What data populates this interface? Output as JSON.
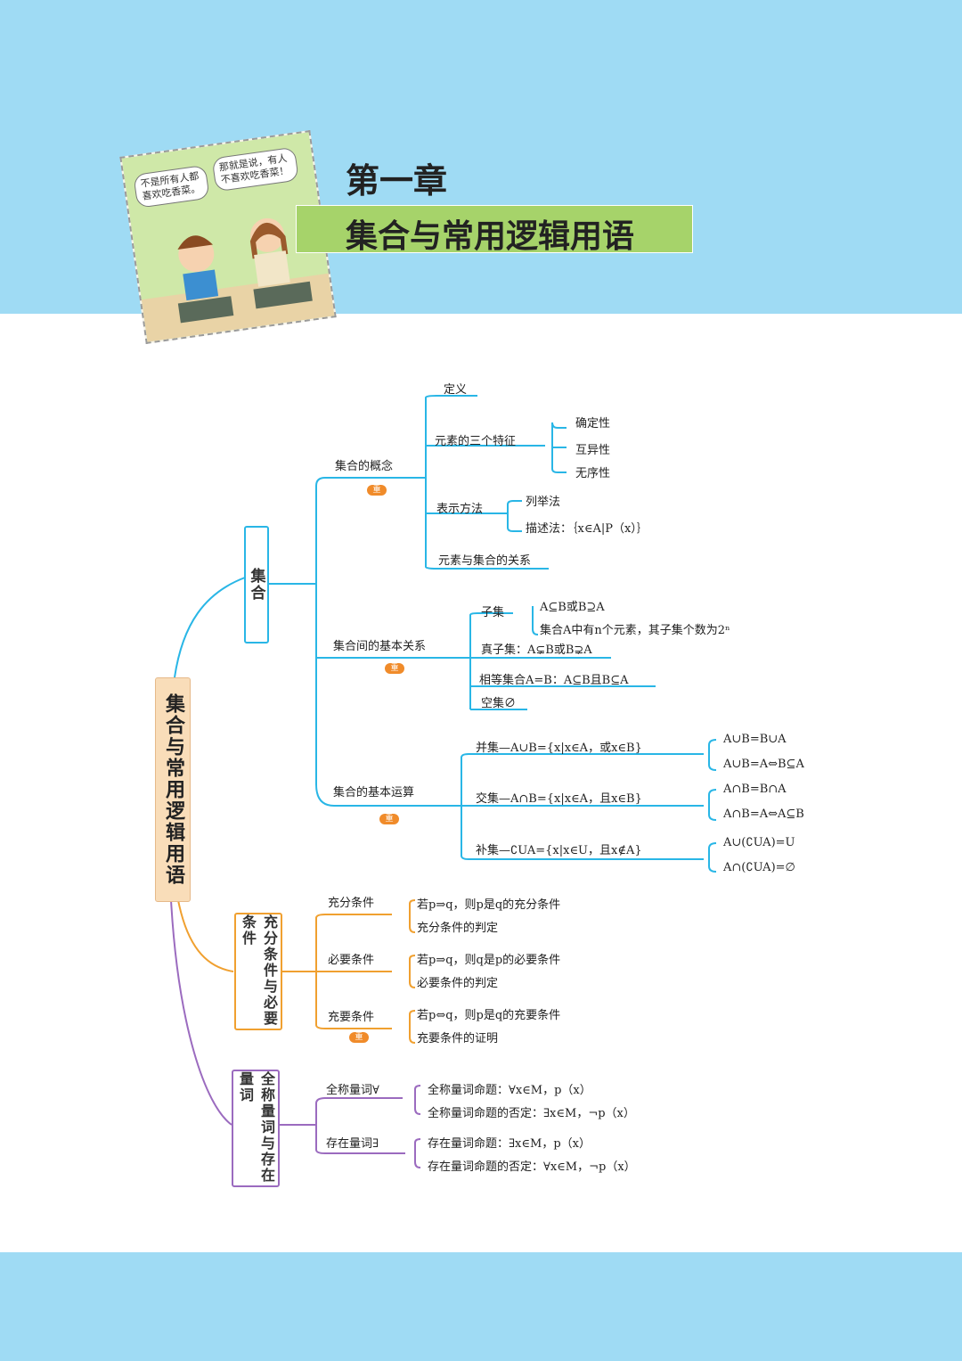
{
  "chapter": {
    "number": "第一章",
    "title": "集合与常用逻辑用语"
  },
  "comic": {
    "bubble_left": "不是所有人都喜欢吃香菜。",
    "bubble_right": "那就是说，有人不喜欢吃香菜！"
  },
  "badge_label": "重",
  "root": "集合与常用逻辑用语",
  "branches": {
    "sets": {
      "label": "集合",
      "concept": {
        "label": "集合的概念",
        "definition": "定义",
        "features": {
          "label": "元素的三个特征",
          "items": [
            "确定性",
            "互异性",
            "无序性"
          ]
        },
        "representation": {
          "label": "表示方法",
          "enum": "列举法",
          "desc": "描述法：｛x∈A|P（x）｝"
        },
        "relation": "元素与集合的关系"
      },
      "relations": {
        "label": "集合间的基本关系",
        "subset": {
          "label": "子集",
          "items": [
            "A⊆B或B⊇A",
            "集合A中有n个元素，其子集个数为2ⁿ"
          ]
        },
        "proper": "真子集：A⊊B或B⊋A",
        "equal": "相等集合A=B：A⊆B且B⊆A",
        "empty": "空集∅"
      },
      "operations": {
        "label": "集合的基本运算",
        "union": {
          "label": "并集",
          "def": "A∪B={x|x∈A，或x∈B}",
          "props": [
            "A∪B=B∪A",
            "A∪B=A⇔B⊆A"
          ]
        },
        "intersection": {
          "label": "交集",
          "def": "A∩B={x|x∈A，且x∈B}",
          "props": [
            "A∩B=B∩A",
            "A∩B=A⇔A⊆B"
          ]
        },
        "complement": {
          "label": "补集",
          "def": "∁UA={x|x∈U，且x∉A}",
          "props": [
            "A∪(∁UA)=U",
            "A∩(∁UA)=∅"
          ]
        }
      }
    },
    "conditions": {
      "label": "充分条件与必要条件",
      "sufficient": {
        "label": "充分条件",
        "items": [
          "若p⇒q，则p是q的充分条件",
          "充分条件的判定"
        ]
      },
      "necessary": {
        "label": "必要条件",
        "items": [
          "若p⇒q，则q是p的必要条件",
          "必要条件的判定"
        ]
      },
      "iff": {
        "label": "充要条件",
        "items": [
          "若p⇔q，则p是q的充要条件",
          "充要条件的证明"
        ]
      }
    },
    "quantifiers": {
      "label": "全称量词与存在量词",
      "universal": {
        "label": "全称量词∀",
        "items": [
          "全称量词命题：∀x∈M，p（x）",
          "全称量词命题的否定：∃x∈M，¬p（x）"
        ]
      },
      "existential": {
        "label": "存在量词∃",
        "items": [
          "存在量词命题：∃x∈M，p（x）",
          "存在量词命题的否定：∀x∈M，¬p（x）"
        ]
      }
    }
  },
  "colors": {
    "band": "#9fdbf4",
    "title_bar": "#a6d36a",
    "sets": "#29b6e6",
    "conditions": "#f0a030",
    "quantifiers": "#9b6bbf",
    "badge": "#f08b2a"
  }
}
